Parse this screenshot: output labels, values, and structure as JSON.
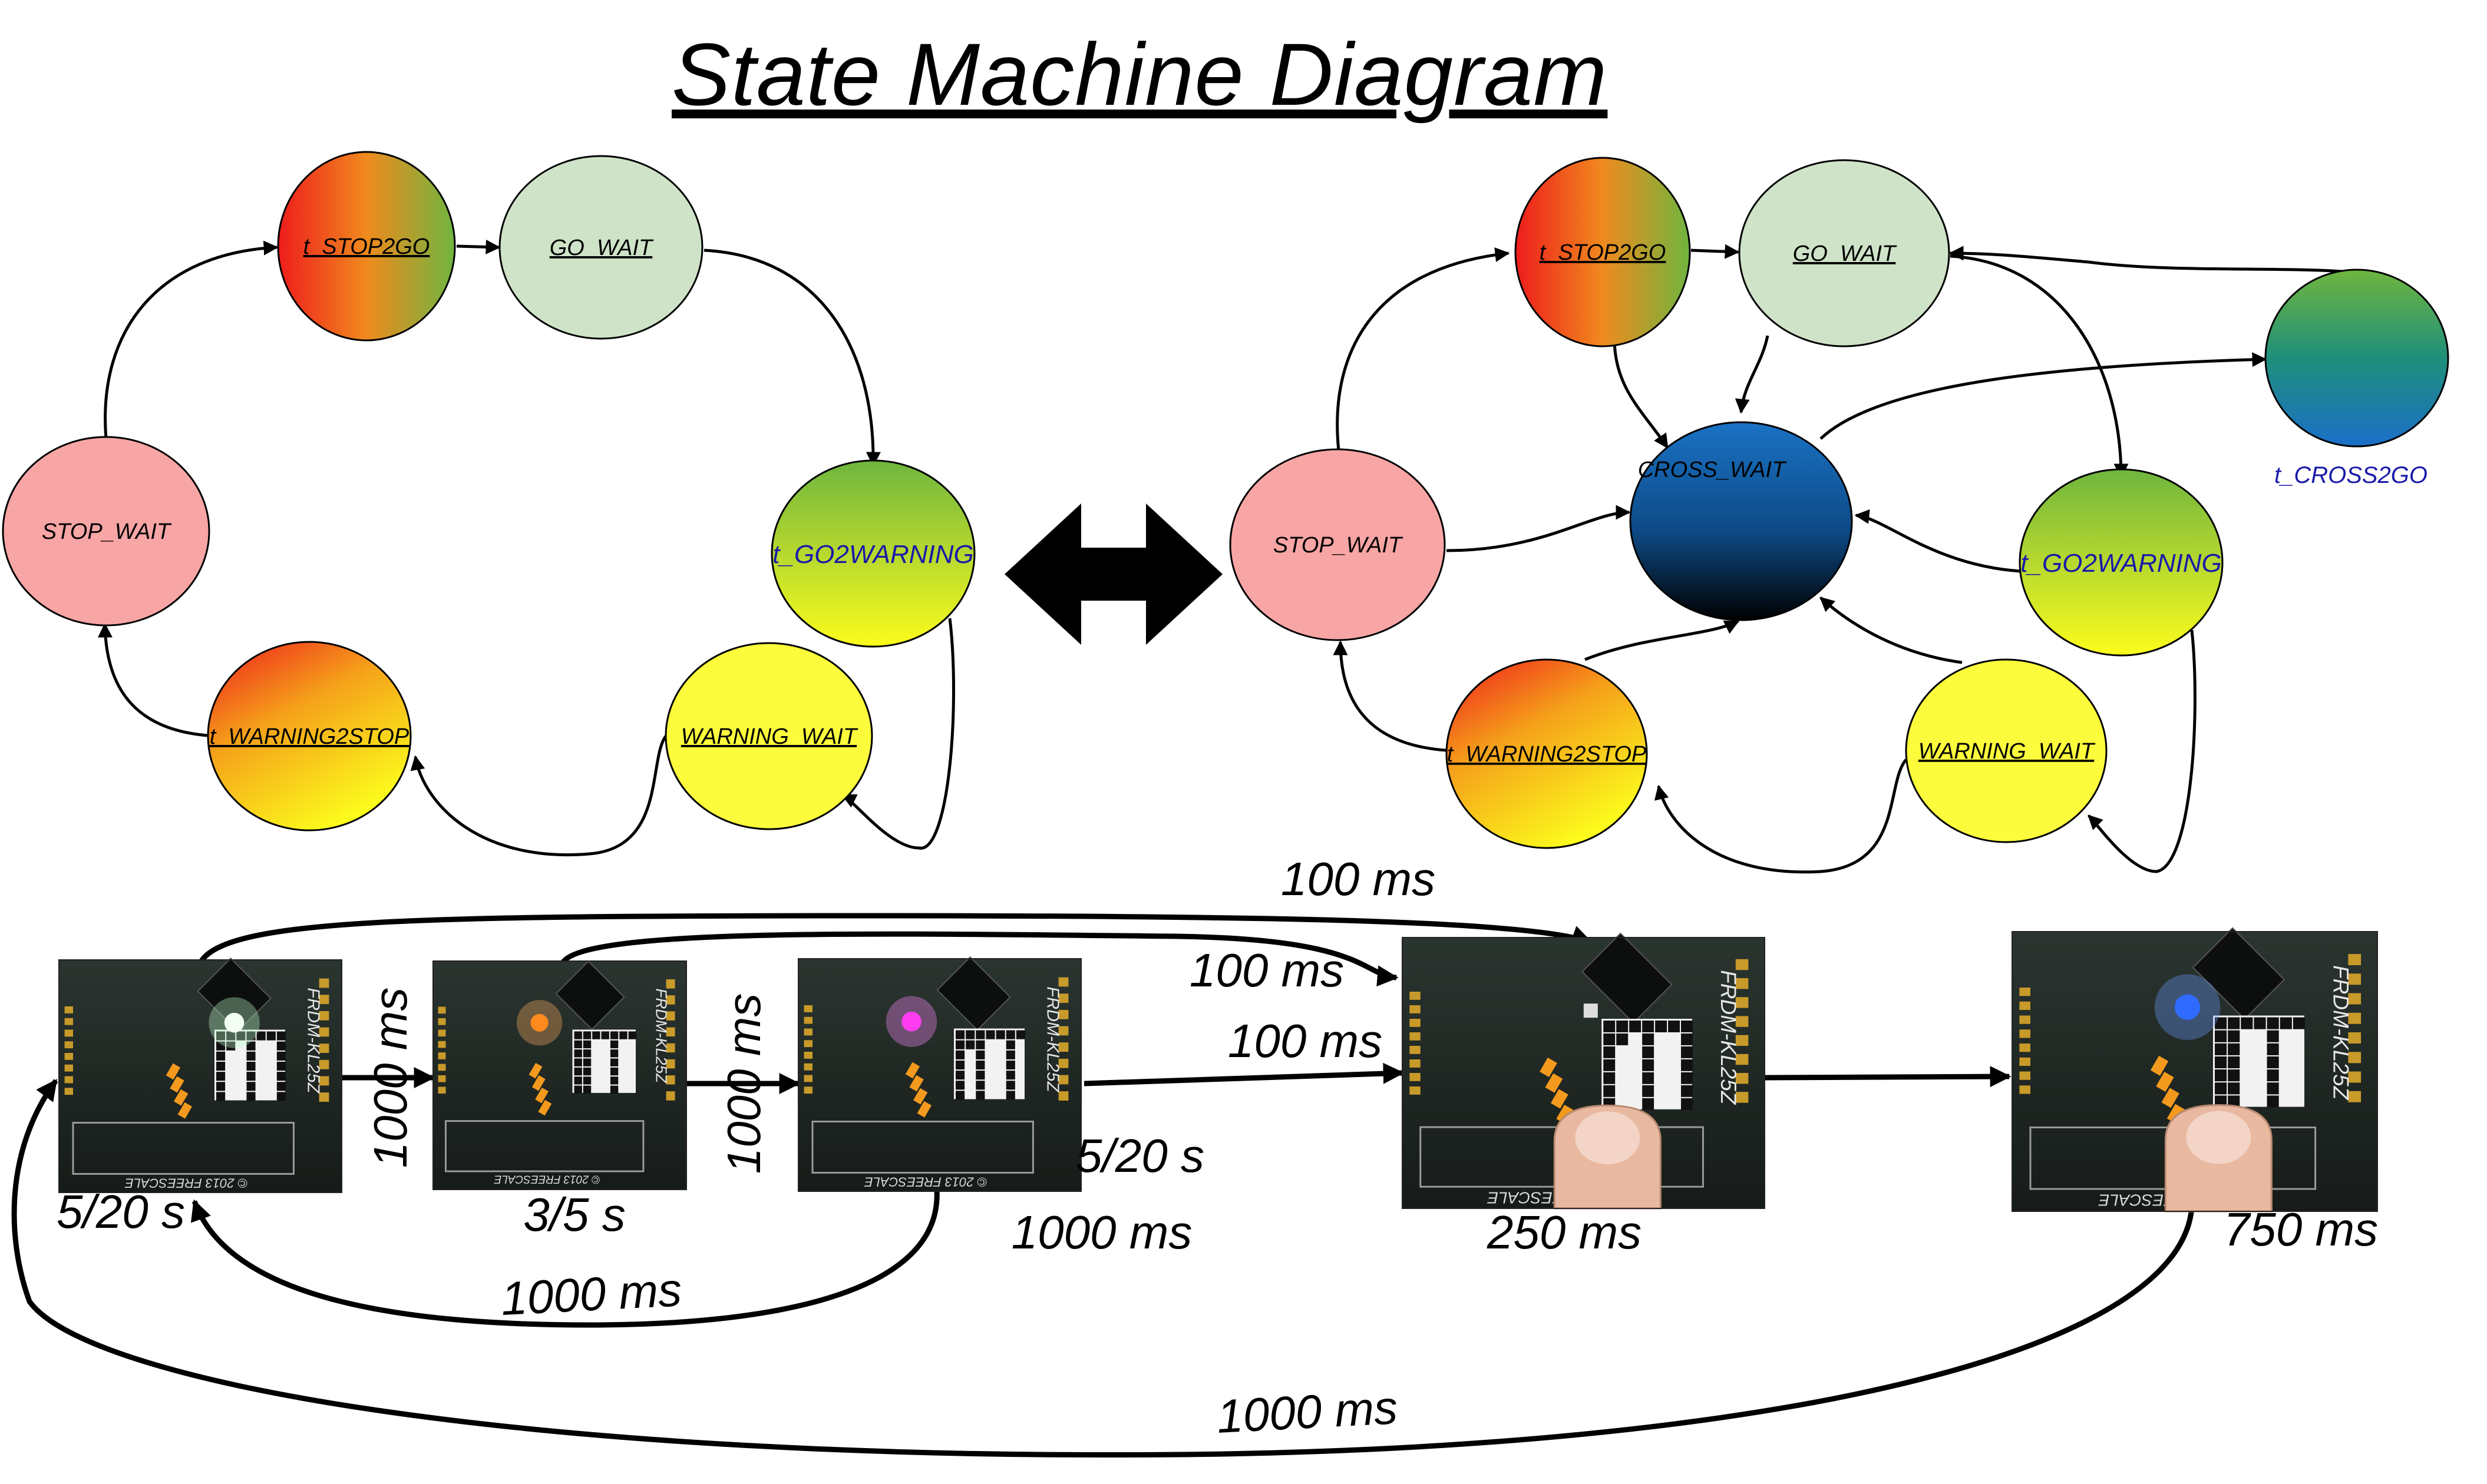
{
  "title": "State Machine Diagram",
  "left_machine": {
    "states": {
      "t_stop2go": "t_STOP2GO",
      "go_wait": "GO_WAIT",
      "stop_wait": "STOP_WAIT",
      "t_go2warning": "t_GO2WARNING",
      "t_warning2stop": "t_WARNING2STOP",
      "warning_wait": "WARNING_WAIT"
    }
  },
  "right_machine": {
    "states": {
      "t_stop2go": "t_STOP2GO",
      "go_wait": "GO_WAIT",
      "cross_wait": "CROSS_WAIT",
      "t_cross2go": "t_CROSS2GO",
      "stop_wait": "STOP_WAIT",
      "t_go2warning": "t_GO2WARNING",
      "t_warning2stop": "t_WARNING2STOP",
      "warning_wait": "WARNING_WAIT"
    }
  },
  "colors": {
    "pink": "#f8a5a5",
    "light_green": "#cfe3c8",
    "yellow": "#fcfc3c",
    "green": "#6fb53f",
    "red": "#ef1f1f",
    "orange": "#f59a18",
    "cross_blue": "#1a6fc0",
    "teal": "#1f8f7a",
    "label_blue": "#1a1aa8"
  },
  "timeline": {
    "photos": [
      {
        "led": "white",
        "caption": "5/20 s"
      },
      {
        "led": "orange",
        "caption": "3/5 s"
      },
      {
        "led": "magenta",
        "caption": "5/20 s"
      },
      {
        "led": "off",
        "caption": "250 ms"
      },
      {
        "led": "blue",
        "caption": "750 ms"
      }
    ],
    "board_label": "FRDM-KL25Z",
    "board_footer": "© 2013 FREESCALE",
    "transitions": {
      "p1_to_p2": "1000 ms",
      "p2_to_p3": "1000 ms",
      "p1_to_p4": "100 ms",
      "p2_to_p4": "100 ms",
      "p3_to_p4": "100 ms",
      "p3_duration": "1000 ms",
      "p3_to_p1": "1000 ms",
      "p5_to_p1": "1000 ms"
    }
  }
}
